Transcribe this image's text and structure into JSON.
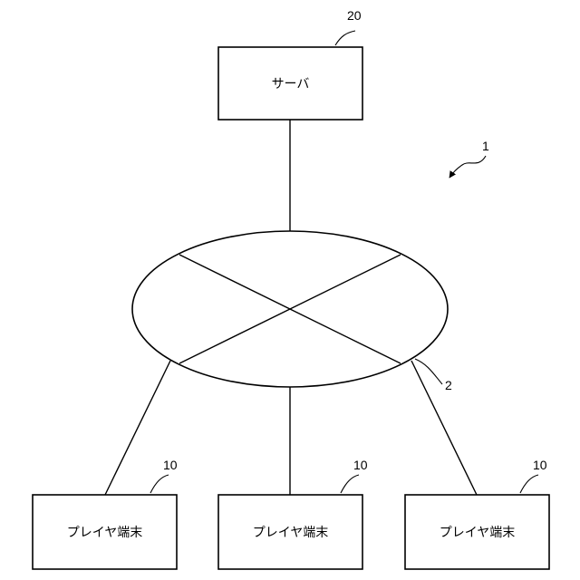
{
  "system": {
    "ref": "1"
  },
  "server": {
    "label": "サーバ",
    "ref": "20"
  },
  "network": {
    "ref": "2"
  },
  "terminals": [
    {
      "label": "プレイヤ端末",
      "ref": "10"
    },
    {
      "label": "プレイヤ端末",
      "ref": "10"
    },
    {
      "label": "プレイヤ端末",
      "ref": "10"
    }
  ]
}
